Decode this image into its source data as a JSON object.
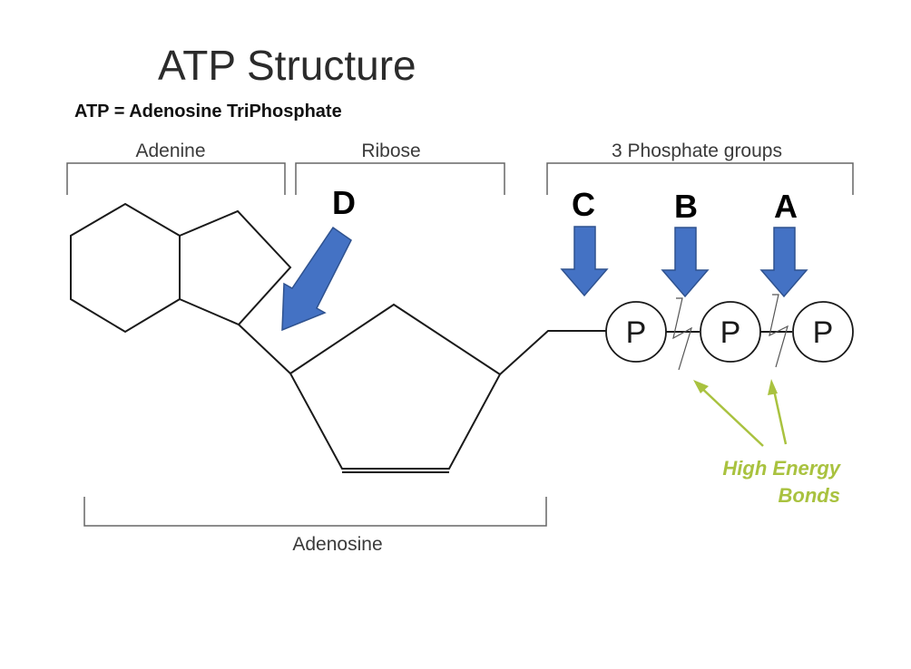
{
  "title": "ATP Structure",
  "subtitle": "ATP = Adenosine TriPhosphate",
  "group_labels": {
    "adenine": "Adenine",
    "ribose": "Ribose",
    "phosphates": "3 Phosphate groups",
    "adenosine": "Adenosine"
  },
  "markers": {
    "a": "A",
    "b": "B",
    "c": "C",
    "d": "D"
  },
  "phosphate_label": "P",
  "high_energy": {
    "line1": "High Energy",
    "line2": "Bonds"
  },
  "colors": {
    "arrow_fill": "#4472c4",
    "arrow_stroke": "#2f528f",
    "high_energy": "#a9c23f"
  }
}
